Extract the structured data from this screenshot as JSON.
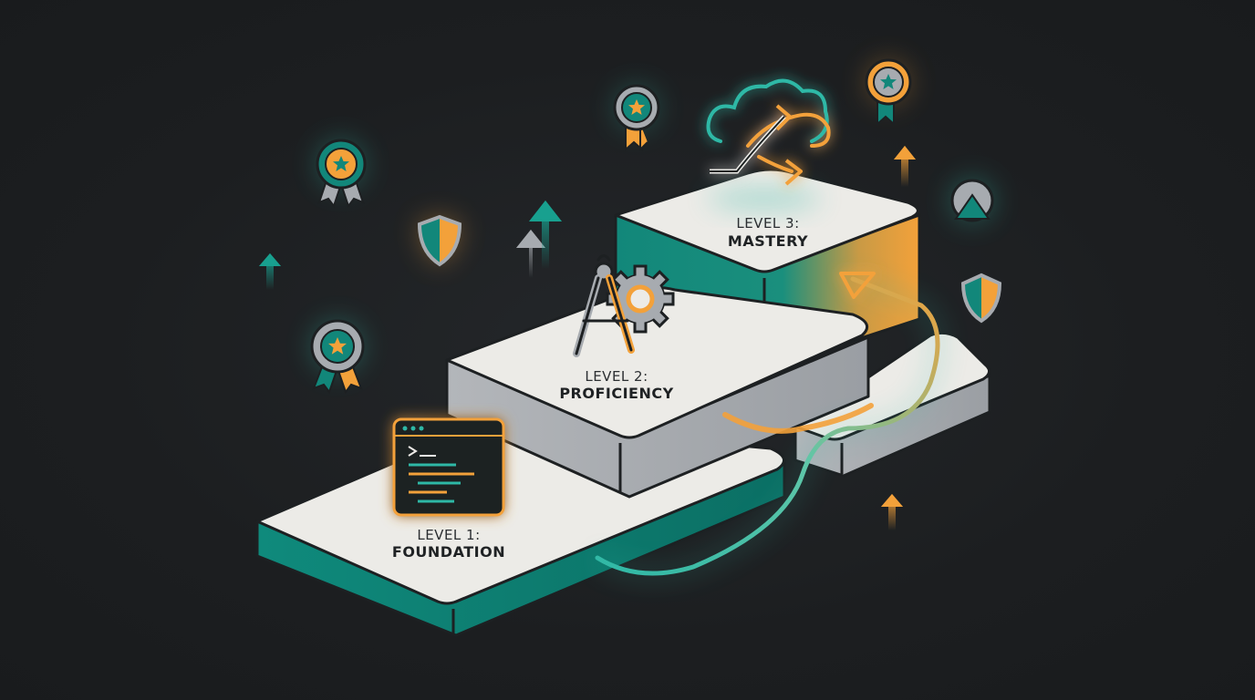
{
  "colors": {
    "background": "#1c1e20",
    "teal": "#12877a",
    "teal_light": "#2fb8a6",
    "orange": "#f3a13a",
    "gray": "#a7abb0",
    "platform_top": "#ecebe7",
    "outline": "#1d2022"
  },
  "levels": [
    {
      "label": "LEVEL 1:",
      "name": "FOUNDATION",
      "icon": "code-window-icon"
    },
    {
      "label": "LEVEL 2:",
      "name": "PROFICIENCY",
      "icon": "compass-gear-icon"
    },
    {
      "label": "LEVEL 3:",
      "name": "MASTERY",
      "icon": "cloud-arrows-icon"
    }
  ],
  "decorations": [
    "award-badge-icon",
    "shield-icon",
    "up-arrow-icon",
    "triangle-badge-icon"
  ]
}
